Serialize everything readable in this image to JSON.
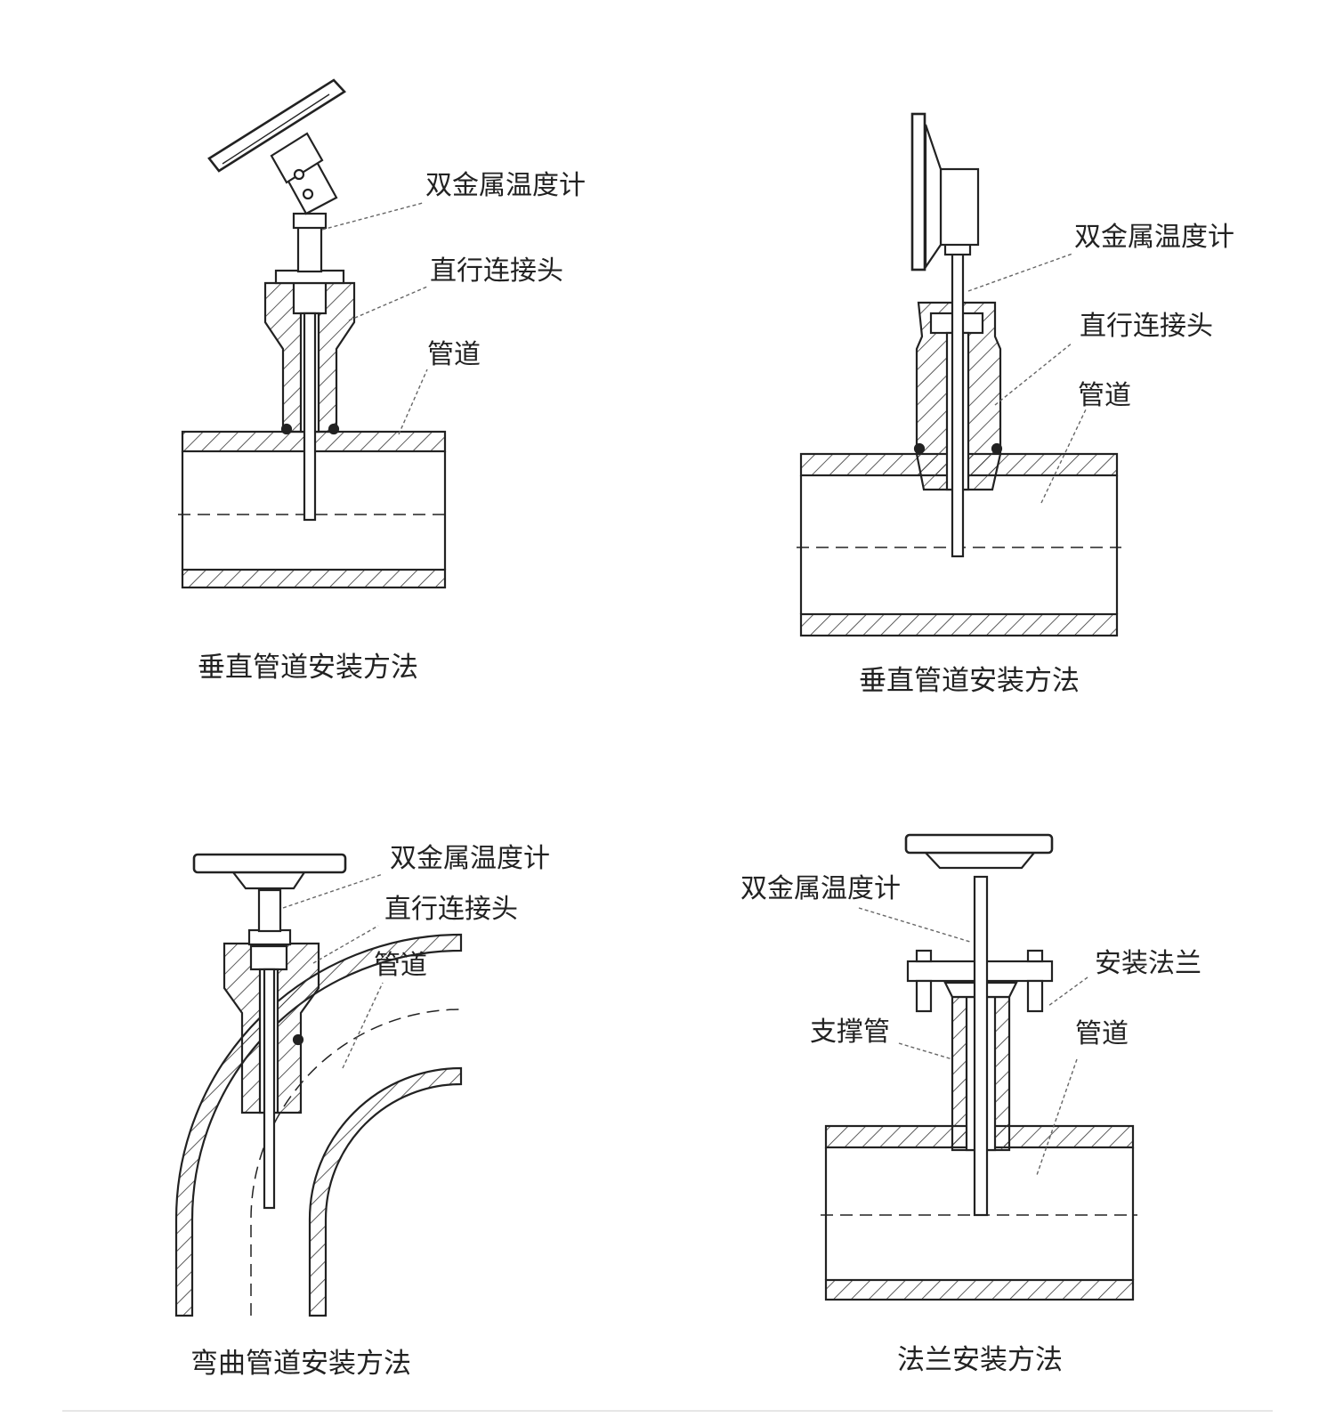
{
  "panel_tl": {
    "labels": {
      "thermometer": "双金属温度计",
      "connector": "直行连接头",
      "pipe": "管道"
    },
    "caption": "垂直管道安装方法"
  },
  "panel_tr": {
    "labels": {
      "thermometer": "双金属温度计",
      "connector": "直行连接头",
      "pipe": "管道"
    },
    "caption": "垂直管道安装方法"
  },
  "panel_bl": {
    "labels": {
      "thermometer": "双金属温度计",
      "connector": "直行连接头",
      "pipe": "管道"
    },
    "caption": "弯曲管道安装方法"
  },
  "panel_br": {
    "labels": {
      "thermometer": "双金属温度计",
      "flange": "安装法兰",
      "support": "支撑管",
      "pipe": "管道"
    },
    "caption": "法兰安装方法"
  },
  "colors": {
    "line": "#222222",
    "hatch": "#333333",
    "leader": "#666666",
    "background": "#ffffff"
  }
}
